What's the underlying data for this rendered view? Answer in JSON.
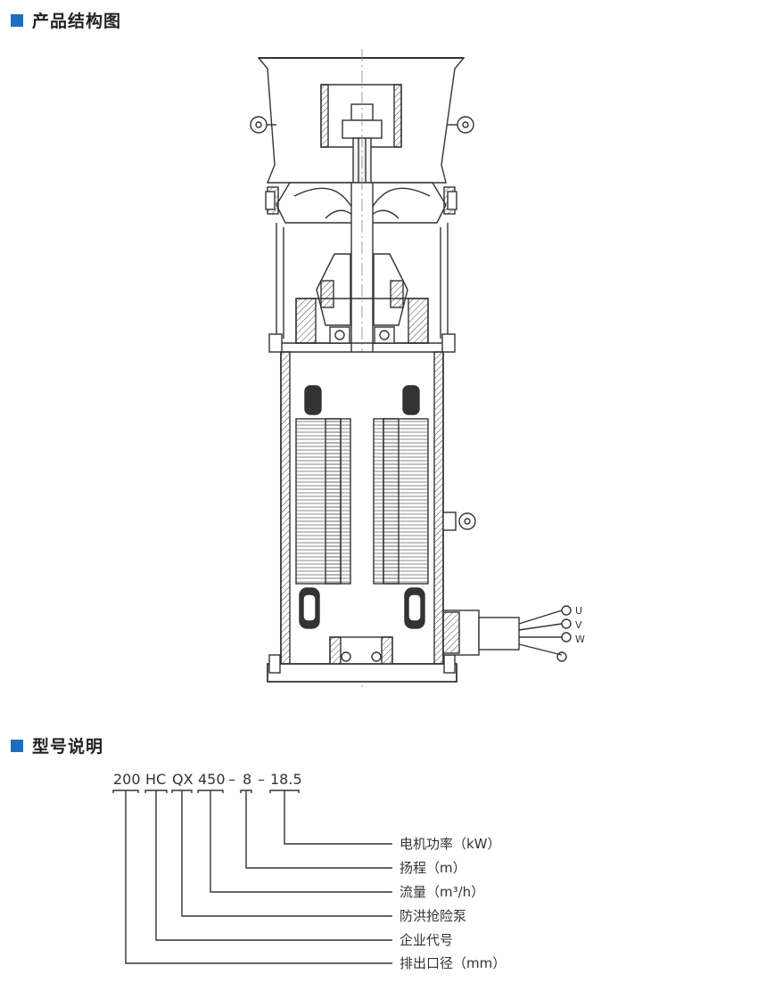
{
  "sections": {
    "structure_title": "产品结构图",
    "model_title": "型号说明"
  },
  "diagram": {
    "cable_labels": [
      "U",
      "V",
      "W"
    ]
  },
  "model": {
    "code_parts": [
      "200",
      "HC",
      "QX",
      "450",
      "–",
      "8",
      "–",
      "18.5"
    ],
    "legend": [
      "电机功率（kW）",
      "扬程（m）",
      "流量（m³/h）",
      "防洪抢险泵",
      "企业代号",
      "排出口径（mm）"
    ]
  },
  "colors": {
    "accent": "#1a6fc0",
    "line": "#333333"
  }
}
